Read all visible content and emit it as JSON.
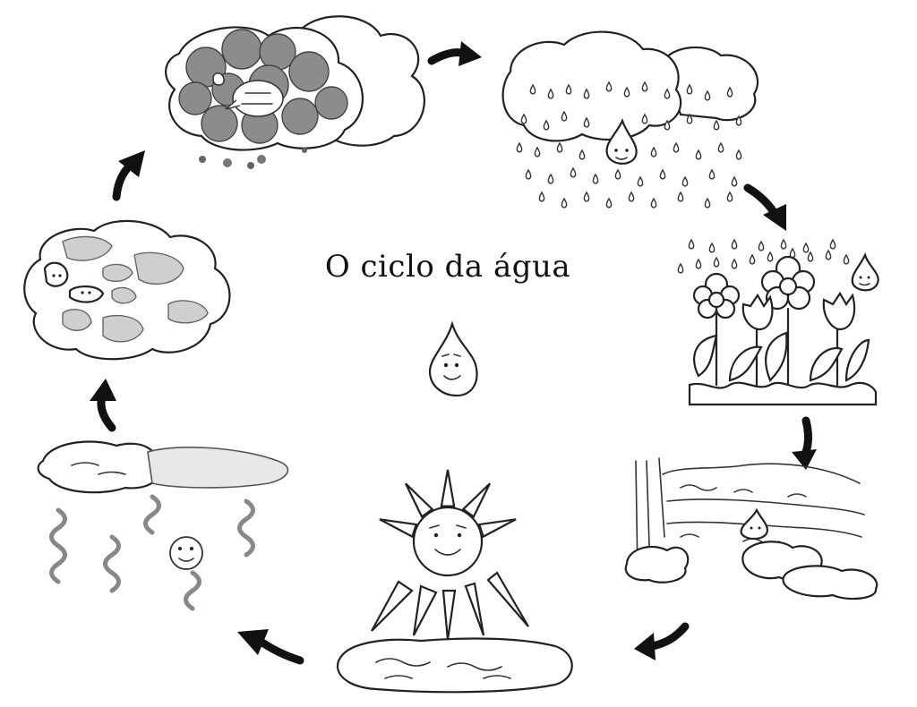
{
  "title": "O ciclo da água",
  "stages": [
    {
      "id": "storm-cloud",
      "icon": "storm-cloud-icon"
    },
    {
      "id": "rain",
      "icon": "rain-cloud-icon"
    },
    {
      "id": "flowers-in-rain",
      "icon": "flowers-icon"
    },
    {
      "id": "river",
      "icon": "river-icon"
    },
    {
      "id": "sun-evaporation",
      "icon": "sun-icon"
    },
    {
      "id": "vapor-rising",
      "icon": "vapor-icon"
    },
    {
      "id": "condensing-cloud",
      "icon": "cloud-icon"
    }
  ],
  "center_icon": "water-drop-icon"
}
